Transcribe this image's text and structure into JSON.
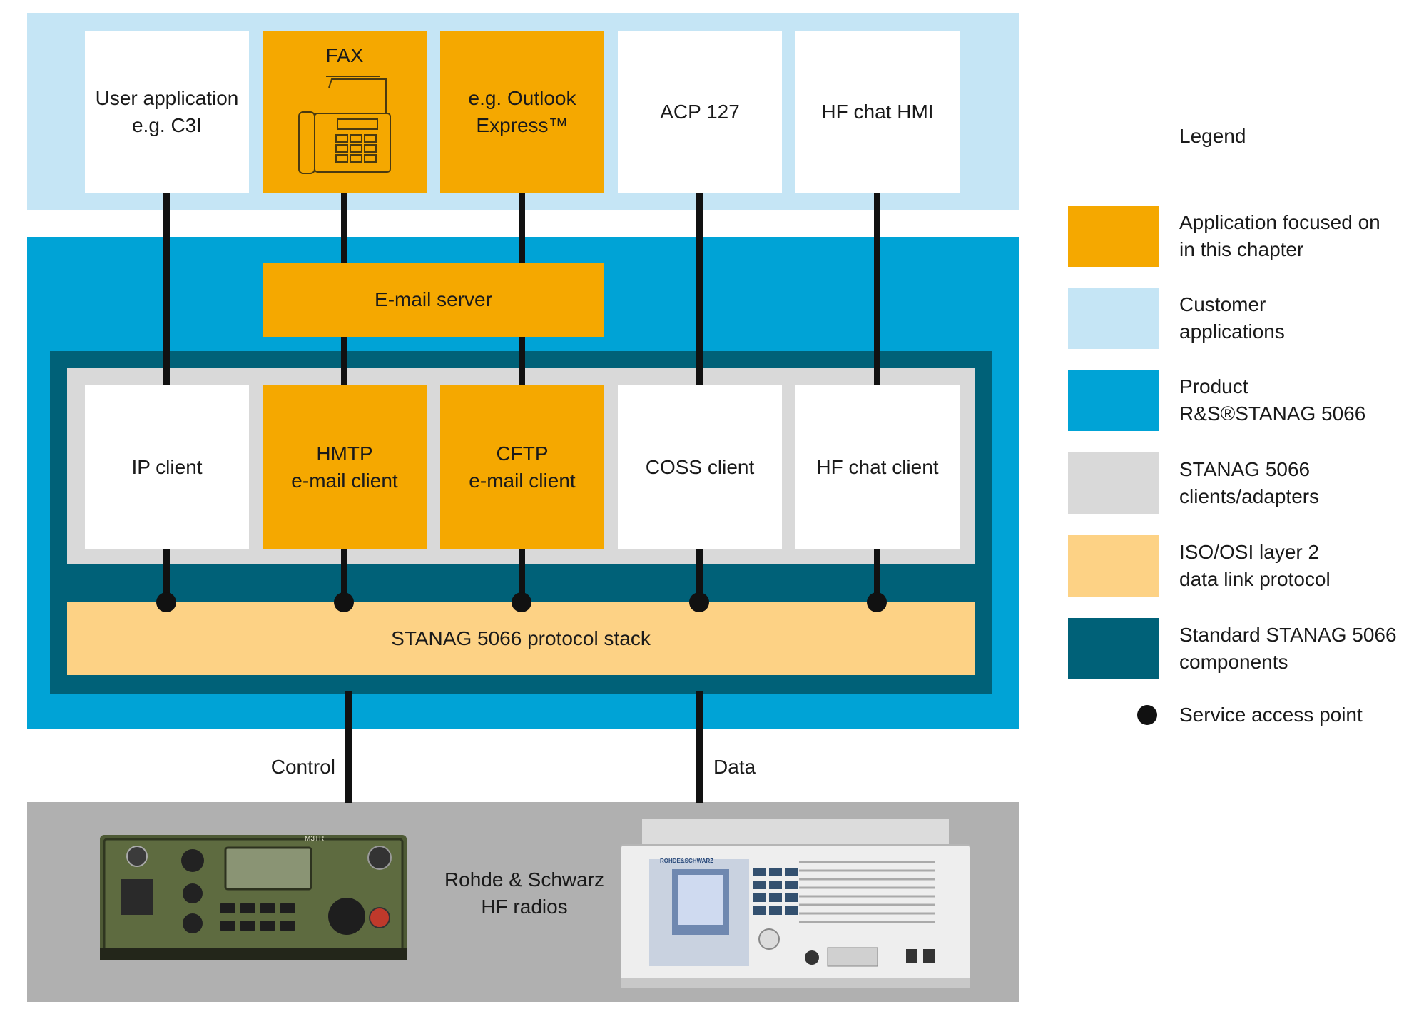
{
  "colors": {
    "application_focus": "#f5a800",
    "customer_apps": "#c5e5f5",
    "product": "#00a3d6",
    "clients_adapters": "#d9d9d9",
    "osi_layer2": "#fdd285",
    "standard_components": "#006178",
    "radios_panel": "#b0b0b0"
  },
  "apps": {
    "user_app": "User application\ne.g. C3I",
    "fax": "FAX",
    "outlook": "e.g. Outlook\nExpress™",
    "acp127": "ACP 127",
    "hf_chat_hmi": "HF chat HMI"
  },
  "email_server": "E-mail server",
  "clients": {
    "ip": "IP client",
    "hmtp": "HMTP\ne-mail client",
    "cftp": "CFTP\ne-mail client",
    "coss": "COSS client",
    "hf_chat": "HF chat client"
  },
  "protocol_stack": "STANAG 5066 protocol stack",
  "links": {
    "control": "Control",
    "data": "Data"
  },
  "radios_label": "Rohde & Schwarz\nHF radios",
  "radios": {
    "m3tr_brand": "M3TR",
    "rs_brand": "ROHDE&SCHWARZ"
  },
  "legend": {
    "title": "Legend",
    "items": [
      {
        "label": "Application focused on\nin this chapter",
        "color": "#f5a800"
      },
      {
        "label": "Customer\napplications",
        "color": "#c5e5f5"
      },
      {
        "label": "Product\nR&S®STANAG 5066",
        "color": "#00a3d6"
      },
      {
        "label": "STANAG 5066\nclients/adapters",
        "color": "#d9d9d9"
      },
      {
        "label": "ISO/OSI layer 2\ndata link protocol",
        "color": "#fdd285"
      },
      {
        "label": "Standard STANAG 5066\ncomponents",
        "color": "#006178"
      }
    ],
    "sap_label": "Service access point"
  }
}
